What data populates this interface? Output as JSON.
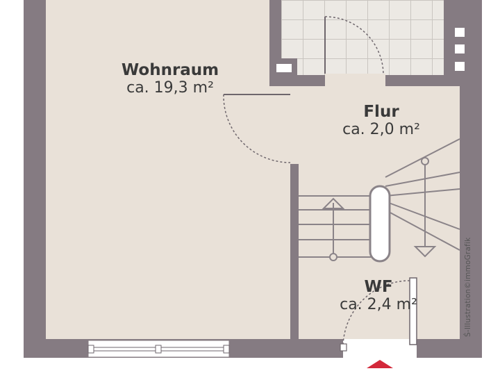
{
  "rooms": {
    "wohnraum": {
      "name": "Wohnraum",
      "area": "ca. 19,3 m²"
    },
    "flur": {
      "name": "Flur",
      "area": "ca. 2,0 m²"
    },
    "wf": {
      "name": "WF",
      "area": "ca. 2,4 m²"
    }
  },
  "credit": "Ś-Illustration©immoGrafik",
  "colors": {
    "wall": "#857b82",
    "floor": "#e9e1d8",
    "tile": "#ece9e4",
    "tile_line": "#c9c5c0",
    "stair_line": "#8a8388",
    "door_line": "#6e666c",
    "entrance_arrow": "#d3283a"
  }
}
